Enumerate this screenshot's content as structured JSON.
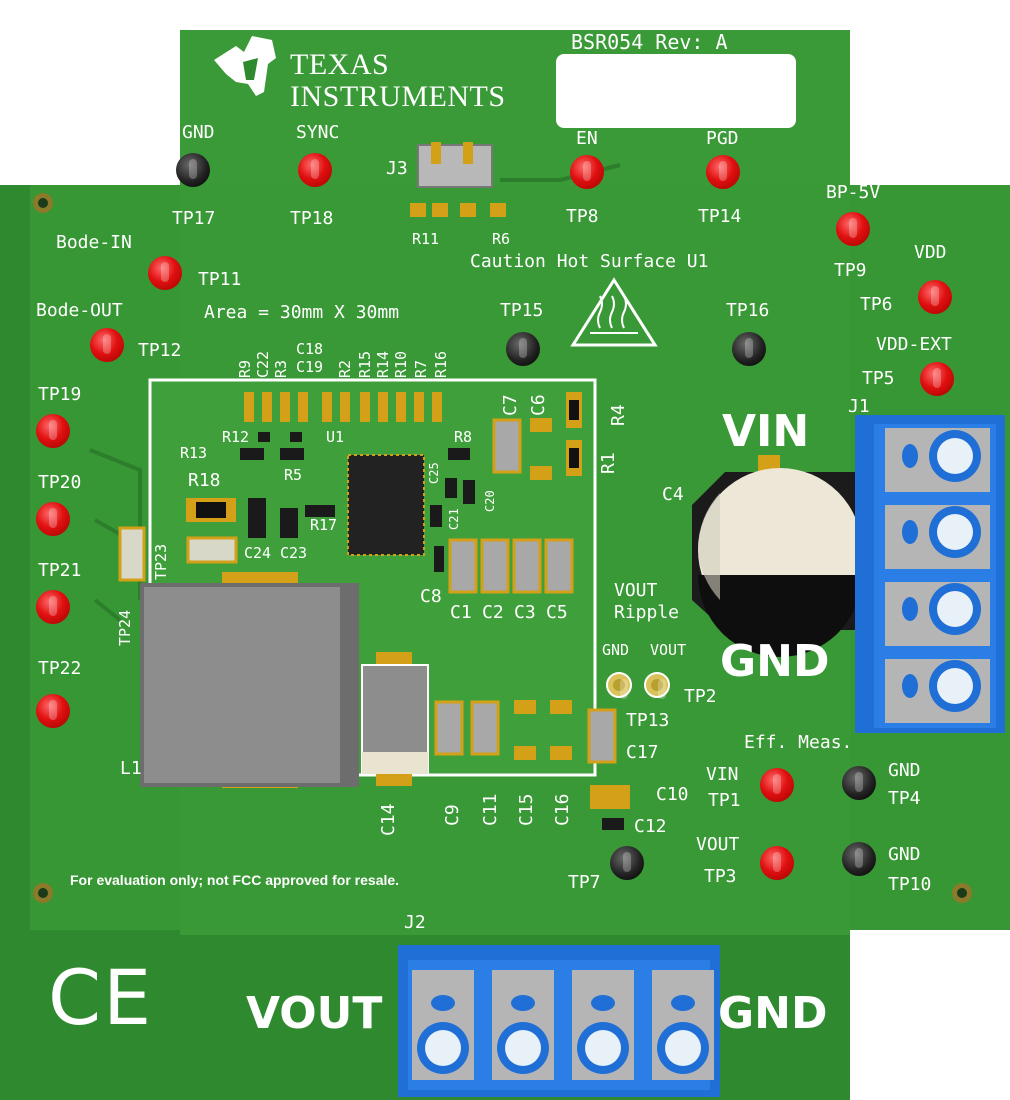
{
  "board": {
    "part_number": "BSR054 Rev: A",
    "brand_line1": "TEXAS",
    "brand_line2": "INSTRUMENTS",
    "area_note": "Area = 30mm X 30mm",
    "caution_note": "Caution Hot Surface U1",
    "eval_disclaimer": "For evaluation only; not FCC approved for resale.",
    "ce_mark": "CE",
    "colors": {
      "pcb": "#2f8a2f",
      "pcb_light": "#3d9b3a",
      "silk": "#ffffff",
      "tp_red": "#e01010",
      "terminal_blue": "#1f6fd6"
    }
  },
  "test_points": {
    "gnd_top": {
      "name": "GND",
      "id": "TP17"
    },
    "sync": {
      "name": "SYNC",
      "id": "TP18"
    },
    "en": {
      "name": "EN",
      "id": "TP8"
    },
    "pgd": {
      "name": "PGD",
      "id": "TP14"
    },
    "bp5v": {
      "name": "BP-5V",
      "id": "TP9"
    },
    "vdd": {
      "name": "VDD",
      "id": "TP6"
    },
    "vdd_ext": {
      "name": "VDD-EXT",
      "id": "TP5"
    },
    "bode_in": {
      "name": "Bode-IN",
      "id": "TP11"
    },
    "bode_out": {
      "name": "Bode-OUT",
      "id": "TP12"
    },
    "tp15": "TP15",
    "tp16": "TP16",
    "tp19": "TP19",
    "tp20": "TP20",
    "tp21": "TP21",
    "tp22": "TP22",
    "tp23": "TP23",
    "tp24": "TP24",
    "vin_eff": {
      "name": "VIN",
      "id": "TP1"
    },
    "gnd_eff1": {
      "name": "GND",
      "id": "TP4"
    },
    "vout_eff": {
      "name": "VOUT",
      "id": "TP3"
    },
    "gnd_eff2": {
      "name": "GND",
      "id": "TP10"
    },
    "tp7": "TP7",
    "ripple_gnd": {
      "name": "GND",
      "id": "TP13"
    },
    "ripple_vout": {
      "name": "VOUT",
      "id": "TP2"
    }
  },
  "connectors": {
    "j1": "J1",
    "j2": "J2",
    "j3": "J3",
    "vin_label": "VIN",
    "gnd_label_right": "GND",
    "vout_label_bottom": "VOUT",
    "gnd_label_bottom": "GND"
  },
  "sections": {
    "vout_ripple": "VOUT\nRipple",
    "eff_meas": "Eff. Meas."
  },
  "components": {
    "u1": "U1",
    "l1": "L1",
    "c4": "C4",
    "c8": "C8",
    "c1": "C1",
    "c2": "C2",
    "c3": "C3",
    "c5": "C5",
    "c6": "C6",
    "c7": "C7",
    "c9": "C9",
    "c10": "C10",
    "c11": "C11",
    "c12": "C12",
    "c14": "C14",
    "c15": "C15",
    "c16": "C16",
    "c17": "C17",
    "c20": "C20",
    "c21": "C21",
    "c23": "C23",
    "c24": "C24",
    "c25": "C25",
    "r1": "R1",
    "r4": "R4",
    "r5": "R5",
    "r6": "R6",
    "r8": "R8",
    "r11": "R11",
    "r12": "R12",
    "r13": "R13",
    "r17": "R17",
    "r18": "R18",
    "top_row": [
      "R9",
      "C22",
      "R3",
      "C18",
      "C19",
      "R2",
      "R15",
      "R14",
      "R10",
      "R7",
      "R16"
    ]
  }
}
